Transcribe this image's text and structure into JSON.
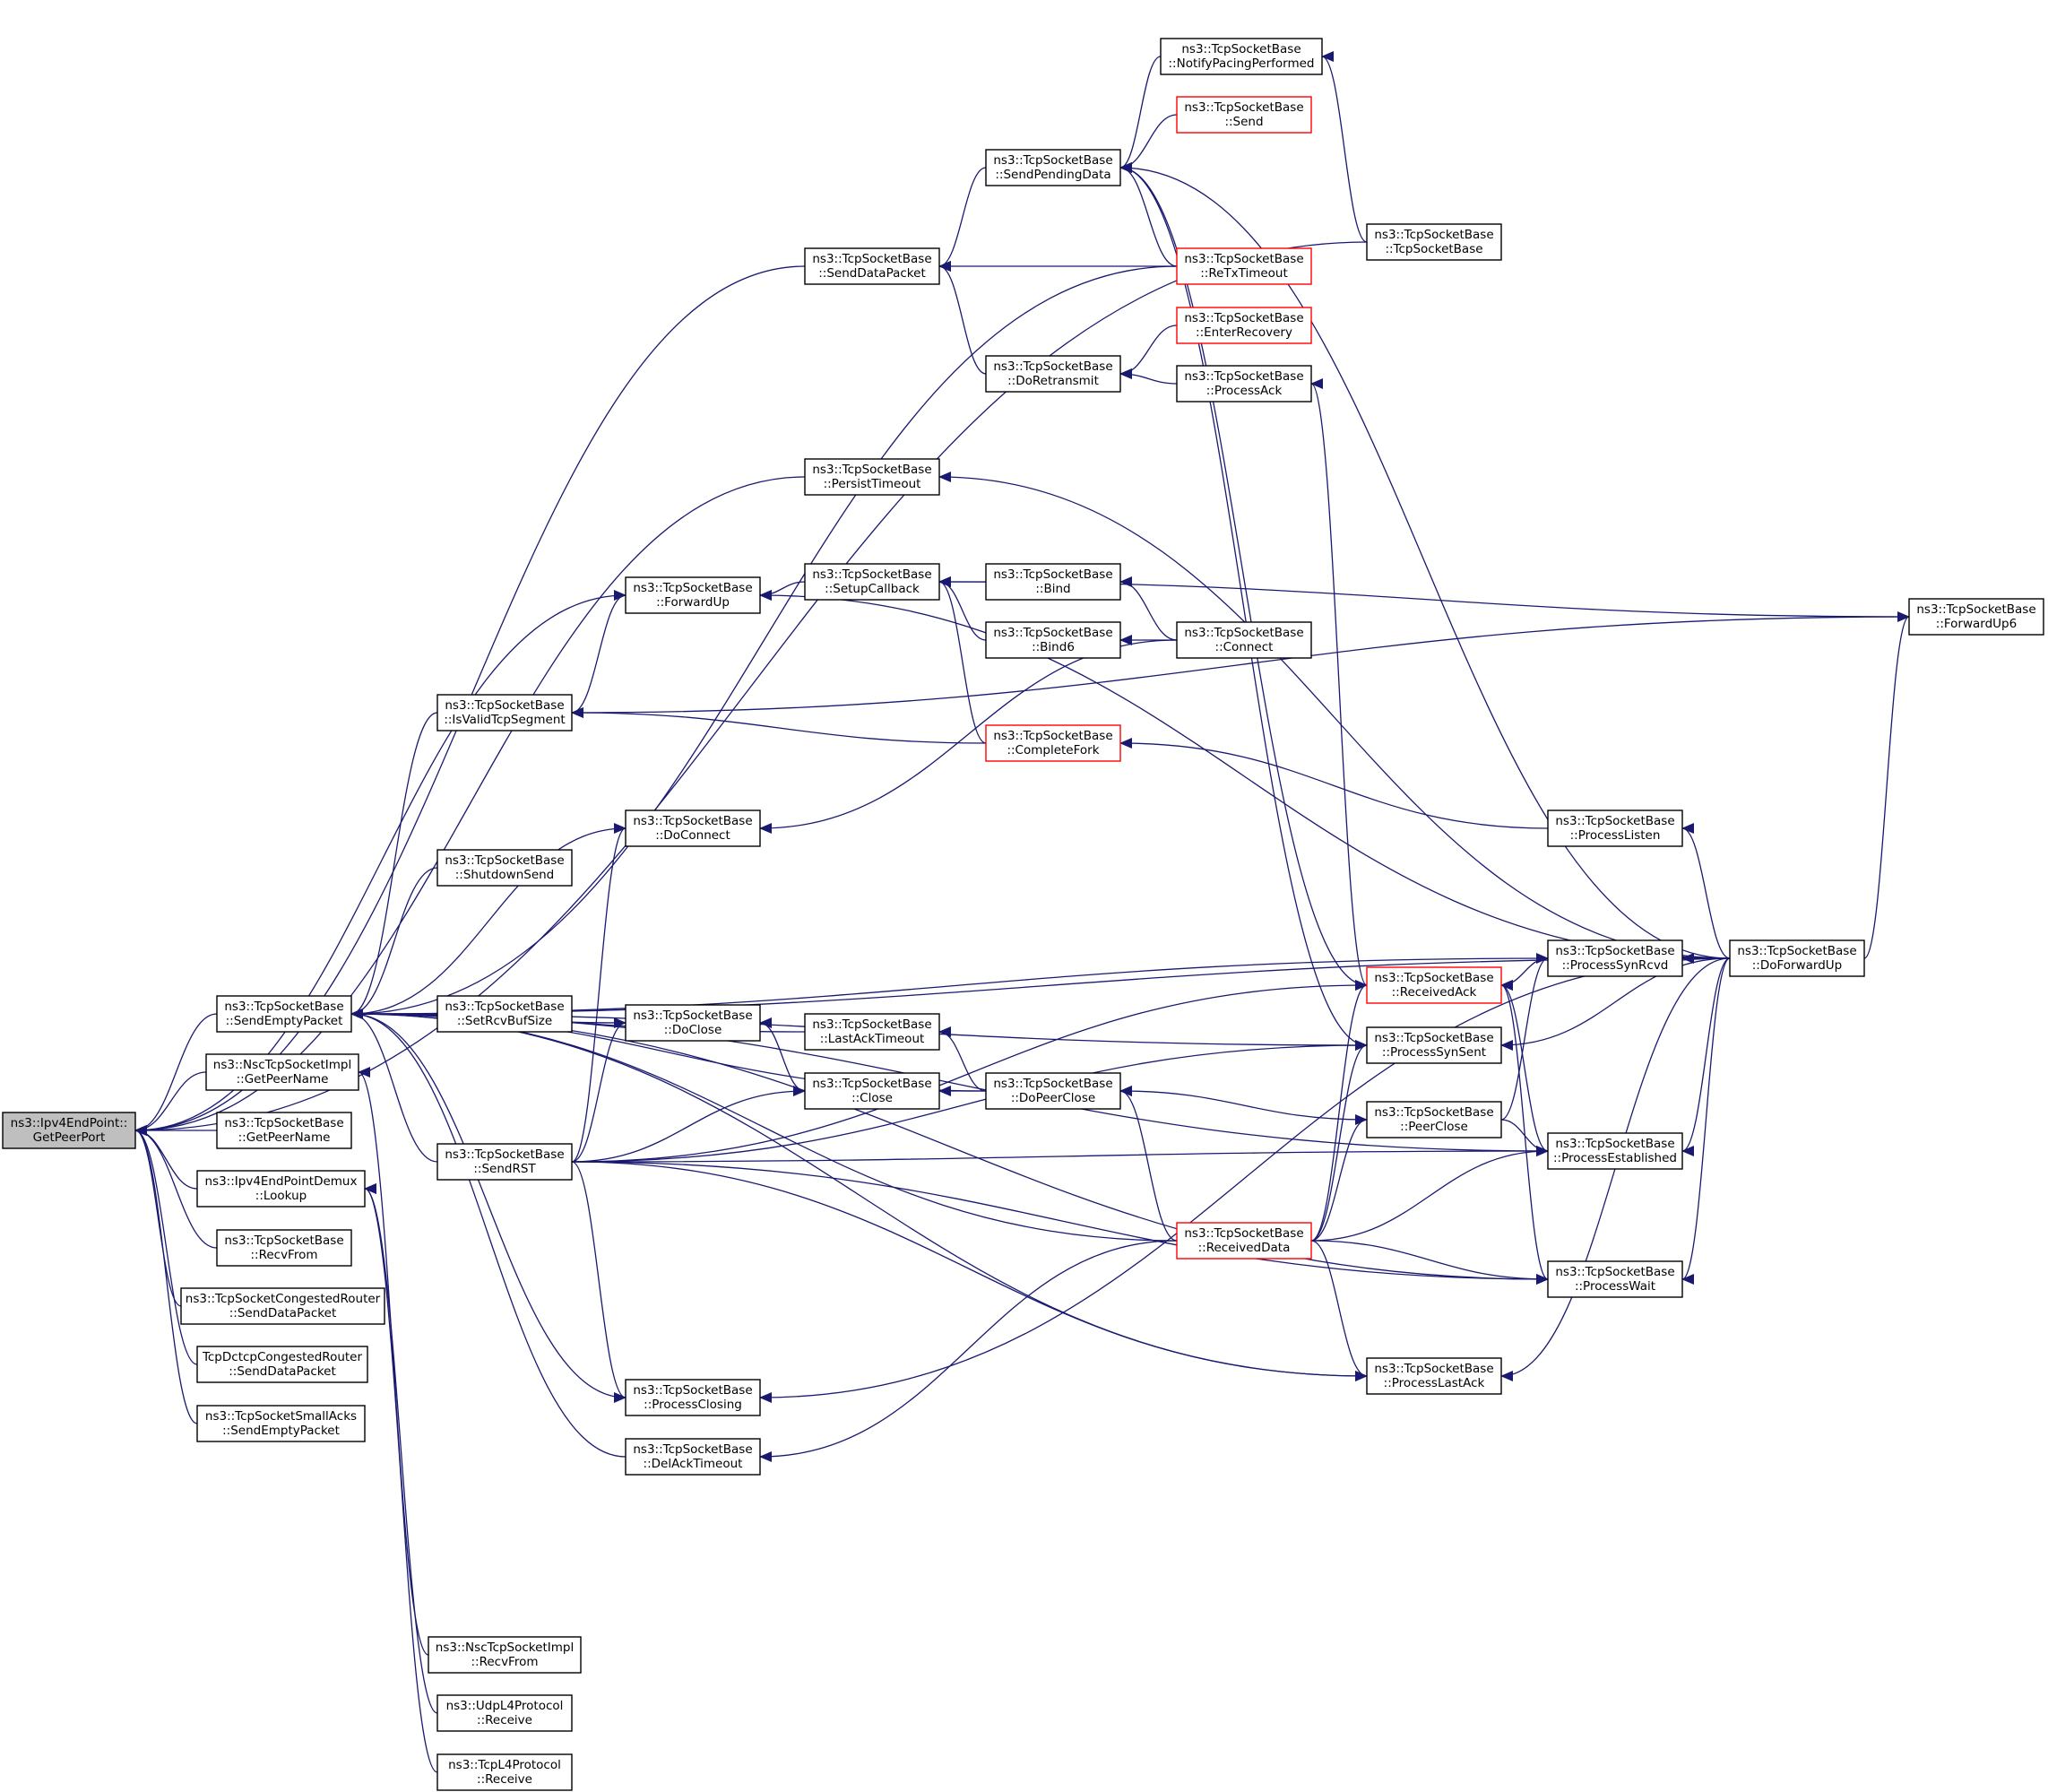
{
  "nodes": [
    {
      "id": "root",
      "lines": [
        "ns3::Ipv4EndPoint::",
        "GetPeerPort"
      ],
      "root": true
    },
    {
      "id": "SendEmptyPacket",
      "lines": [
        "ns3::TcpSocketBase",
        "::SendEmptyPacket"
      ]
    },
    {
      "id": "NscGetPeerName",
      "lines": [
        "ns3::NscTcpSocketImpl",
        "::GetPeerName"
      ]
    },
    {
      "id": "TcpGetPeerName",
      "lines": [
        "ns3::TcpSocketBase",
        "::GetPeerName"
      ]
    },
    {
      "id": "Lookup",
      "lines": [
        "ns3::Ipv4EndPointDemux",
        "::Lookup"
      ]
    },
    {
      "id": "RecvFrom",
      "lines": [
        "ns3::TcpSocketBase",
        "::RecvFrom"
      ]
    },
    {
      "id": "CongSendData",
      "lines": [
        "ns3::TcpSocketCongestedRouter",
        "::SendDataPacket"
      ]
    },
    {
      "id": "DctcpSendData",
      "lines": [
        "TcpDctcpCongestedRouter",
        "::SendDataPacket"
      ]
    },
    {
      "id": "SmallAcks",
      "lines": [
        "ns3::TcpSocketSmallAcks",
        "::SendEmptyPacket"
      ]
    },
    {
      "id": "SendDataPacket",
      "lines": [
        "ns3::TcpSocketBase",
        "::SendDataPacket"
      ]
    },
    {
      "id": "PersistTimeout",
      "lines": [
        "ns3::TcpSocketBase",
        "::PersistTimeout"
      ]
    },
    {
      "id": "ForwardUp",
      "lines": [
        "ns3::TcpSocketBase",
        "::ForwardUp"
      ]
    },
    {
      "id": "IsValidTcpSegment",
      "lines": [
        "ns3::TcpSocketBase",
        "::IsValidTcpSegment"
      ]
    },
    {
      "id": "DoConnect",
      "lines": [
        "ns3::TcpSocketBase",
        "::DoConnect"
      ]
    },
    {
      "id": "ShutdownSend",
      "lines": [
        "ns3::TcpSocketBase",
        "::ShutdownSend"
      ]
    },
    {
      "id": "SetRcvBufSize",
      "lines": [
        "ns3::TcpSocketBase",
        "::SetRcvBufSize"
      ]
    },
    {
      "id": "DoClose",
      "lines": [
        "ns3::TcpSocketBase",
        "::DoClose"
      ]
    },
    {
      "id": "SendRST",
      "lines": [
        "ns3::TcpSocketBase",
        "::SendRST"
      ]
    },
    {
      "id": "ProcessClosing",
      "lines": [
        "ns3::TcpSocketBase",
        "::ProcessClosing"
      ]
    },
    {
      "id": "DelAckTimeout",
      "lines": [
        "ns3::TcpSocketBase",
        "::DelAckTimeout"
      ]
    },
    {
      "id": "NscRecvFrom",
      "lines": [
        "ns3::NscTcpSocketImpl",
        "::RecvFrom"
      ]
    },
    {
      "id": "UdpReceive",
      "lines": [
        "ns3::UdpL4Protocol",
        "::Receive"
      ]
    },
    {
      "id": "TcpReceive",
      "lines": [
        "ns3::TcpL4Protocol",
        "::Receive"
      ]
    },
    {
      "id": "SendPendingData",
      "lines": [
        "ns3::TcpSocketBase",
        "::SendPendingData"
      ]
    },
    {
      "id": "DoRetransmit",
      "lines": [
        "ns3::TcpSocketBase",
        "::DoRetransmit"
      ]
    },
    {
      "id": "SetupCallback",
      "lines": [
        "ns3::TcpSocketBase",
        "::SetupCallback"
      ]
    },
    {
      "id": "LastAckTimeout",
      "lines": [
        "ns3::TcpSocketBase",
        "::LastAckTimeout"
      ]
    },
    {
      "id": "Close",
      "lines": [
        "ns3::TcpSocketBase",
        "::Close"
      ]
    },
    {
      "id": "NotifyPacing",
      "lines": [
        "ns3::TcpSocketBase",
        "::NotifyPacingPerformed"
      ]
    },
    {
      "id": "Send",
      "lines": [
        "ns3::TcpSocketBase",
        "::Send"
      ],
      "red": true
    },
    {
      "id": "ReTxTimeout",
      "lines": [
        "ns3::TcpSocketBase",
        "::ReTxTimeout"
      ],
      "red": true
    },
    {
      "id": "EnterRecovery",
      "lines": [
        "ns3::TcpSocketBase",
        "::EnterRecovery"
      ],
      "red": true
    },
    {
      "id": "ProcessAck",
      "lines": [
        "ns3::TcpSocketBase",
        "::ProcessAck"
      ]
    },
    {
      "id": "Bind",
      "lines": [
        "ns3::TcpSocketBase",
        "::Bind"
      ]
    },
    {
      "id": "Bind6",
      "lines": [
        "ns3::TcpSocketBase",
        "::Bind6"
      ]
    },
    {
      "id": "Connect",
      "lines": [
        "ns3::TcpSocketBase",
        "::Connect"
      ]
    },
    {
      "id": "CompleteFork",
      "lines": [
        "ns3::TcpSocketBase",
        "::CompleteFork"
      ],
      "red": true
    },
    {
      "id": "DoPeerClose",
      "lines": [
        "ns3::TcpSocketBase",
        "::DoPeerClose"
      ]
    },
    {
      "id": "ReceivedData",
      "lines": [
        "ns3::TcpSocketBase",
        "::ReceivedData"
      ],
      "red": true
    },
    {
      "id": "TcpSocketBase",
      "lines": [
        "ns3::TcpSocketBase",
        "::TcpSocketBase"
      ]
    },
    {
      "id": "ReceivedAck",
      "lines": [
        "ns3::TcpSocketBase",
        "::ReceivedAck"
      ],
      "red": true
    },
    {
      "id": "ProcessSynSent",
      "lines": [
        "ns3::TcpSocketBase",
        "::ProcessSynSent"
      ]
    },
    {
      "id": "PeerClose",
      "lines": [
        "ns3::TcpSocketBase",
        "::PeerClose"
      ]
    },
    {
      "id": "ProcessLastAck",
      "lines": [
        "ns3::TcpSocketBase",
        "::ProcessLastAck"
      ]
    },
    {
      "id": "ProcessListen",
      "lines": [
        "ns3::TcpSocketBase",
        "::ProcessListen"
      ]
    },
    {
      "id": "ProcessSynRcvd",
      "lines": [
        "ns3::TcpSocketBase",
        "::ProcessSynRcvd"
      ]
    },
    {
      "id": "ProcessEstablished",
      "lines": [
        "ns3::TcpSocketBase",
        "::ProcessEstablished"
      ]
    },
    {
      "id": "ProcessWait",
      "lines": [
        "ns3::TcpSocketBase",
        "::ProcessWait"
      ]
    },
    {
      "id": "ForwardUp6",
      "lines": [
        "ns3::TcpSocketBase",
        "::ForwardUp6"
      ]
    },
    {
      "id": "DoForwardUp",
      "lines": [
        "ns3::TcpSocketBase",
        "::DoForwardUp"
      ]
    }
  ],
  "edges": [
    [
      "SendEmptyPacket",
      "root"
    ],
    [
      "NscGetPeerName",
      "root"
    ],
    [
      "TcpGetPeerName",
      "root"
    ],
    [
      "Lookup",
      "root"
    ],
    [
      "RecvFrom",
      "root"
    ],
    [
      "CongSendData",
      "root"
    ],
    [
      "DctcpSendData",
      "root"
    ],
    [
      "SmallAcks",
      "root"
    ],
    [
      "SendDataPacket",
      "root"
    ],
    [
      "PersistTimeout",
      "root"
    ],
    [
      "ForwardUp",
      "root"
    ],
    [
      "TcpSocketBase",
      "root"
    ],
    [
      "IsValidTcpSegment",
      "SendEmptyPacket"
    ],
    [
      "DoConnect",
      "SendEmptyPacket"
    ],
    [
      "ShutdownSend",
      "SendEmptyPacket"
    ],
    [
      "SetRcvBufSize",
      "SendEmptyPacket"
    ],
    [
      "DoClose",
      "SendEmptyPacket"
    ],
    [
      "SendRST",
      "SendEmptyPacket"
    ],
    [
      "ProcessClosing",
      "SendEmptyPacket"
    ],
    [
      "DelAckTimeout",
      "SendEmptyPacket"
    ],
    [
      "ReTxTimeout",
      "SendEmptyPacket"
    ],
    [
      "LastAckTimeout",
      "SendEmptyPacket"
    ],
    [
      "DoPeerClose",
      "SendEmptyPacket"
    ],
    [
      "ReceivedData",
      "SendEmptyPacket"
    ],
    [
      "ProcessSynSent",
      "SendEmptyPacket"
    ],
    [
      "ProcessSynRcvd",
      "SendEmptyPacket"
    ],
    [
      "ProcessEstablished",
      "SendEmptyPacket"
    ],
    [
      "ProcessWait",
      "SendEmptyPacket"
    ],
    [
      "ProcessLastAck",
      "SendEmptyPacket"
    ],
    [
      "DoForwardUp",
      "SendEmptyPacket"
    ],
    [
      "NscRecvFrom",
      "NscGetPeerName"
    ],
    [
      "UdpReceive",
      "Lookup"
    ],
    [
      "TcpReceive",
      "Lookup"
    ],
    [
      "SendPendingData",
      "SendDataPacket"
    ],
    [
      "ReTxTimeout",
      "SendDataPacket"
    ],
    [
      "DoRetransmit",
      "SendDataPacket"
    ],
    [
      "NotifyPacing",
      "SendPendingData"
    ],
    [
      "Send",
      "SendPendingData"
    ],
    [
      "ReTxTimeout",
      "SendPendingData"
    ],
    [
      "ReceivedAck",
      "SendPendingData"
    ],
    [
      "ProcessSynSent",
      "SendPendingData"
    ],
    [
      "DoForwardUp",
      "SendPendingData"
    ],
    [
      "TcpSocketBase",
      "NotifyPacing"
    ],
    [
      "EnterRecovery",
      "DoRetransmit"
    ],
    [
      "ProcessAck",
      "DoRetransmit"
    ],
    [
      "ReceivedAck",
      "ProcessAck"
    ],
    [
      "DoForwardUp",
      "PersistTimeout"
    ],
    [
      "SetupCallback",
      "ForwardUp"
    ],
    [
      "Bind",
      "SetupCallback"
    ],
    [
      "Bind6",
      "SetupCallback"
    ],
    [
      "CompleteFork",
      "SetupCallback"
    ],
    [
      "ForwardUp6",
      "SetupCallback"
    ],
    [
      "Connect",
      "Bind"
    ],
    [
      "Connect",
      "Bind6"
    ],
    [
      "Connect",
      "DoConnect"
    ],
    [
      "DoForwardUp",
      "ForwardUp"
    ],
    [
      "ForwardUp6",
      "IsValidTcpSegment"
    ],
    [
      "IsValidTcpSegment",
      "ForwardUp"
    ],
    [
      "CompleteFork",
      "IsValidTcpSegment"
    ],
    [
      "ProcessListen",
      "CompleteFork"
    ],
    [
      "SendRST",
      "DoConnect"
    ],
    [
      "SendRST",
      "DoClose"
    ],
    [
      "SendRST",
      "Close"
    ],
    [
      "SendRST",
      "ReceivedAck"
    ],
    [
      "SendRST",
      "ProcessSynSent"
    ],
    [
      "SendRST",
      "ProcessEstablished"
    ],
    [
      "SendRST",
      "ProcessWait"
    ],
    [
      "SendRST",
      "ProcessLastAck"
    ],
    [
      "SendRST",
      "ProcessClosing"
    ],
    [
      "Close",
      "DoClose"
    ],
    [
      "DoPeerClose",
      "Close"
    ],
    [
      "DoPeerClose",
      "LastAckTimeout"
    ],
    [
      "PeerClose",
      "DoPeerClose"
    ],
    [
      "ReceivedData",
      "DoPeerClose"
    ],
    [
      "ReceivedData",
      "DelAckTimeout"
    ],
    [
      "ReceivedData",
      "ReceivedAck"
    ],
    [
      "ReceivedData",
      "ProcessSynSent"
    ],
    [
      "ReceivedData",
      "PeerClose"
    ],
    [
      "ReceivedData",
      "ProcessEstablished"
    ],
    [
      "ReceivedData",
      "ProcessWait"
    ],
    [
      "ReceivedData",
      "ProcessLastAck"
    ],
    [
      "ProcessSynRcvd",
      "ReceivedAck"
    ],
    [
      "ProcessEstablished",
      "ReceivedAck"
    ],
    [
      "ProcessWait",
      "ReceivedAck"
    ],
    [
      "PeerClose",
      "ProcessSynRcvd"
    ],
    [
      "PeerClose",
      "ProcessEstablished"
    ],
    [
      "DoForwardUp",
      "ProcessSynRcvd"
    ],
    [
      "DoForwardUp",
      "ProcessSynSent"
    ],
    [
      "DoForwardUp",
      "ProcessListen"
    ],
    [
      "DoForwardUp",
      "ProcessEstablished"
    ],
    [
      "DoForwardUp",
      "ProcessWait"
    ],
    [
      "DoForwardUp",
      "ProcessLastAck"
    ],
    [
      "DoForwardUp",
      "ProcessClosing"
    ],
    [
      "DoForwardUp",
      "ForwardUp6"
    ]
  ]
}
